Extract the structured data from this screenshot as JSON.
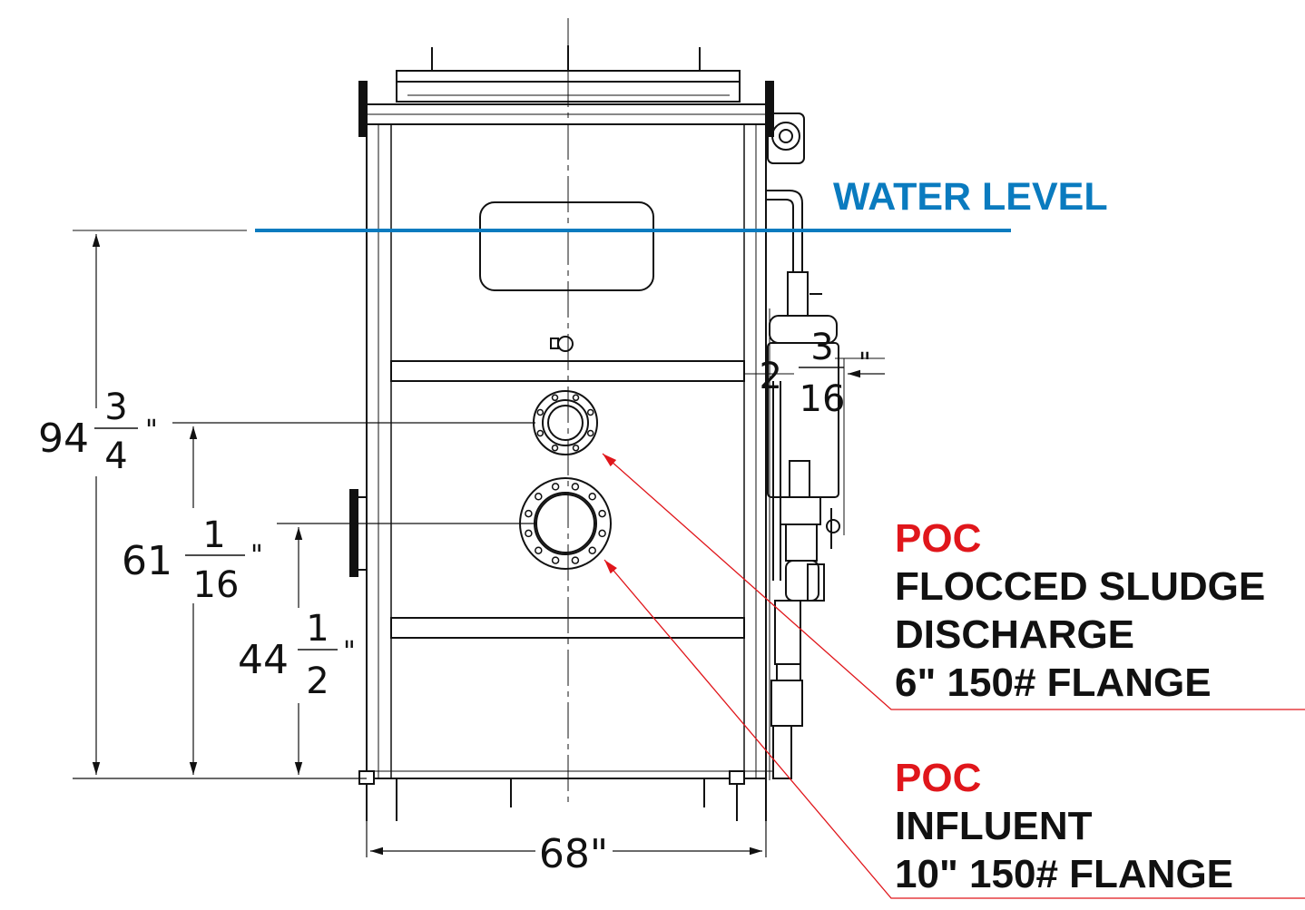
{
  "dimensions": {
    "d1": {
      "whole": "94",
      "num": "3",
      "den": "4",
      "unit": "\""
    },
    "d2": {
      "whole": "61",
      "num": "1",
      "den": "16",
      "unit": "\""
    },
    "d3": {
      "whole": "44",
      "num": "1",
      "den": "2",
      "unit": "\""
    },
    "d4": {
      "whole": "2",
      "num": "3",
      "den": "16",
      "unit": "\""
    },
    "width": "68\""
  },
  "labels": {
    "water_level": "WATER LEVEL",
    "poc1_title": "POC",
    "poc1_line1": "FLOCCED SLUDGE",
    "poc1_line2": "DISCHARGE",
    "poc1_line3": "6\" 150# FLANGE",
    "poc2_title": "POC",
    "poc2_line1": "INFLUENT",
    "poc2_line2": "10\" 150# FLANGE"
  },
  "colors": {
    "water_level": "#0a7bbf",
    "poc": "#e0161b",
    "leader": "#e0161b",
    "line": "#111111"
  }
}
